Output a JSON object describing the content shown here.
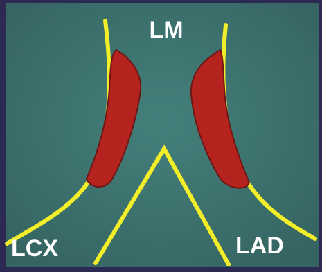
{
  "labels": {
    "left_main": "LM",
    "left_circumflex": "LCX",
    "left_anterior_descending": "LAD"
  },
  "colors": {
    "frame": "#2c2a52",
    "background": "#3c6e6a",
    "vessel_wall": "#f2ee2a",
    "plaque": "#b5231f",
    "plaque_outline": "#6e1614",
    "label": "#ffffff"
  }
}
